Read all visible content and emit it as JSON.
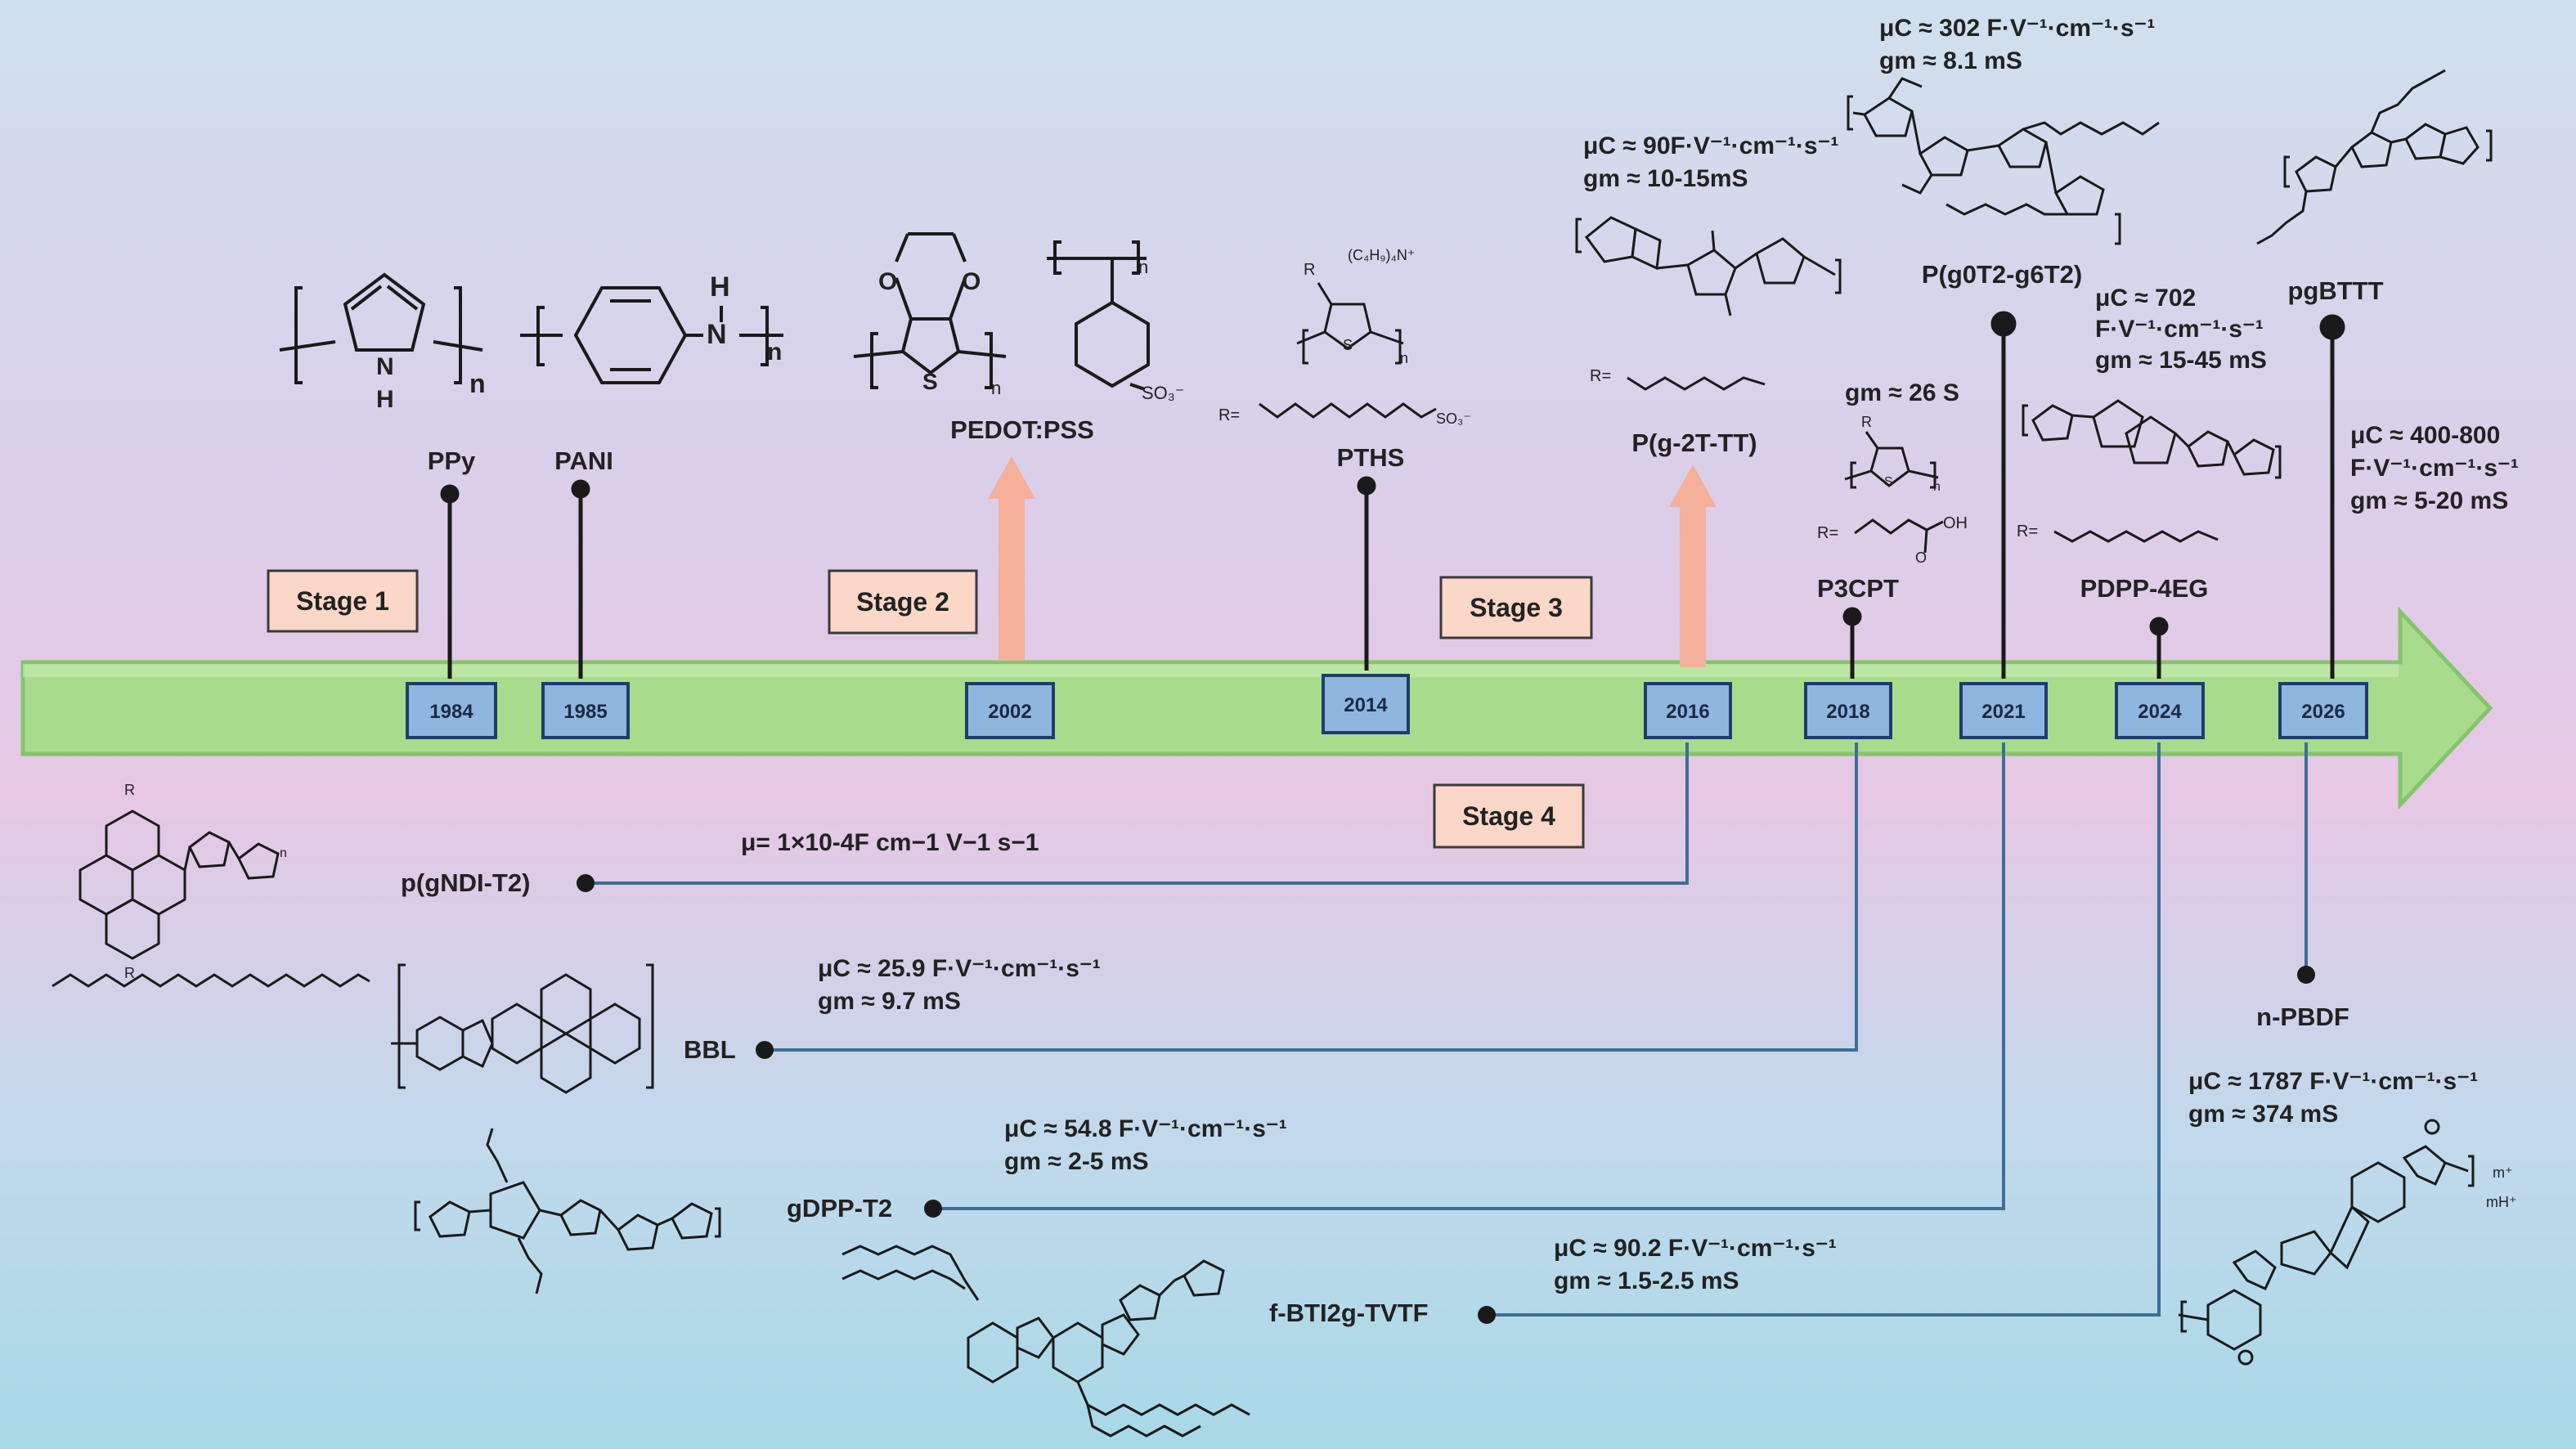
{
  "stages": [
    {
      "id": "stage-1",
      "label": "Stage 1"
    },
    {
      "id": "stage-2",
      "label": "Stage 2"
    },
    {
      "id": "stage-3",
      "label": "Stage 3"
    },
    {
      "id": "stage-4",
      "label": "Stage 4"
    }
  ],
  "years": [
    "1984",
    "1985",
    "2002",
    "2014",
    "2016",
    "2018",
    "2021",
    "2024",
    "2026"
  ],
  "top_materials": [
    {
      "name": "PPy"
    },
    {
      "name": "PANI"
    },
    {
      "name": "PEDOT:PSS"
    },
    {
      "name": "PTHS"
    },
    {
      "name": "P(g-2T-TT)",
      "metrics": [
        "μC ≈ 90F·V⁻¹·cm⁻¹·s⁻¹",
        "gm ≈ 10-15mS"
      ]
    },
    {
      "name": "P3CPT",
      "metrics": [
        "gm ≈ 26 S"
      ]
    },
    {
      "name": "P(g0T2-g6T2)",
      "metrics": [
        "μC ≈ 302 F·V⁻¹·cm⁻¹·s⁻¹",
        "gm ≈ 8.1 mS"
      ]
    },
    {
      "name": "PDPP-4EG",
      "metrics": [
        "μC ≈ 702",
        "F·V⁻¹·cm⁻¹·s⁻¹",
        "gm ≈ 15-45  mS"
      ]
    },
    {
      "name": "pgBTTT",
      "metrics": [
        "μC ≈ 400-800",
        "F·V⁻¹·cm⁻¹·s⁻¹",
        "gm ≈ 5-20  mS"
      ]
    }
  ],
  "bottom_materials": [
    {
      "name": "p(gNDI-T2)",
      "metrics": [
        "μ= 1×10-4F cm−1 V−1 s−1"
      ]
    },
    {
      "name": "BBL",
      "metrics": [
        "μC ≈ 25.9 F·V⁻¹·cm⁻¹·s⁻¹",
        "gm ≈ 9.7 mS"
      ]
    },
    {
      "name": "gDPP-T2",
      "metrics": [
        "μC ≈ 54.8 F·V⁻¹·cm⁻¹·s⁻¹",
        "gm ≈ 2-5 mS"
      ]
    },
    {
      "name": "f-BTI2g-TVTF",
      "metrics": [
        "μC ≈ 90.2 F·V⁻¹·cm⁻¹·s⁻¹",
        "gm ≈ 1.5-2.5 mS"
      ]
    },
    {
      "name": "n-PBDF",
      "metrics": [
        "μC ≈ 1787 F·V⁻¹·cm⁻¹·s⁻¹",
        "gm ≈ 374 mS"
      ]
    }
  ],
  "structure_labels": {
    "ppy_n": "n",
    "ppy_h": "H",
    "pani_h": "H",
    "pani_n": "N",
    "pani_sub": "n",
    "pedot_o1": "O",
    "pedot_o2": "O",
    "pedot_s": "S",
    "pedot_n": "n",
    "pss_n": "n",
    "pss_so3": "SO₃⁻",
    "pths_cation": "(C₄H₉)₄N⁺",
    "pths_r": "R",
    "pths_s": "S",
    "pths_n": "n",
    "pths_req": "R=",
    "pths_so3": "SO₃⁻",
    "g2ttt_req": "R=",
    "p3cpt_r": "R",
    "p3cpt_s": "S",
    "p3cpt_n": "n",
    "p3cpt_req": "R=",
    "p3cpt_oh": "OH",
    "p3cpt_o": "O",
    "pdpp_req": "R=",
    "npbdf_m": "m⁺",
    "npbdf_mh": "mH⁺",
    "gndi_r": "R",
    "gndi_n": "n"
  },
  "colors": {
    "arrow_fill": "#a8dc8c",
    "arrow_stroke": "#86c46c",
    "year_box": "#8fb6df",
    "year_border": "#1f3d6b",
    "stage_box": "#fbd7c7",
    "stage_border": "#3a3a3a",
    "connector": "#3f6e96",
    "up_arrow": "#f4b09a"
  }
}
